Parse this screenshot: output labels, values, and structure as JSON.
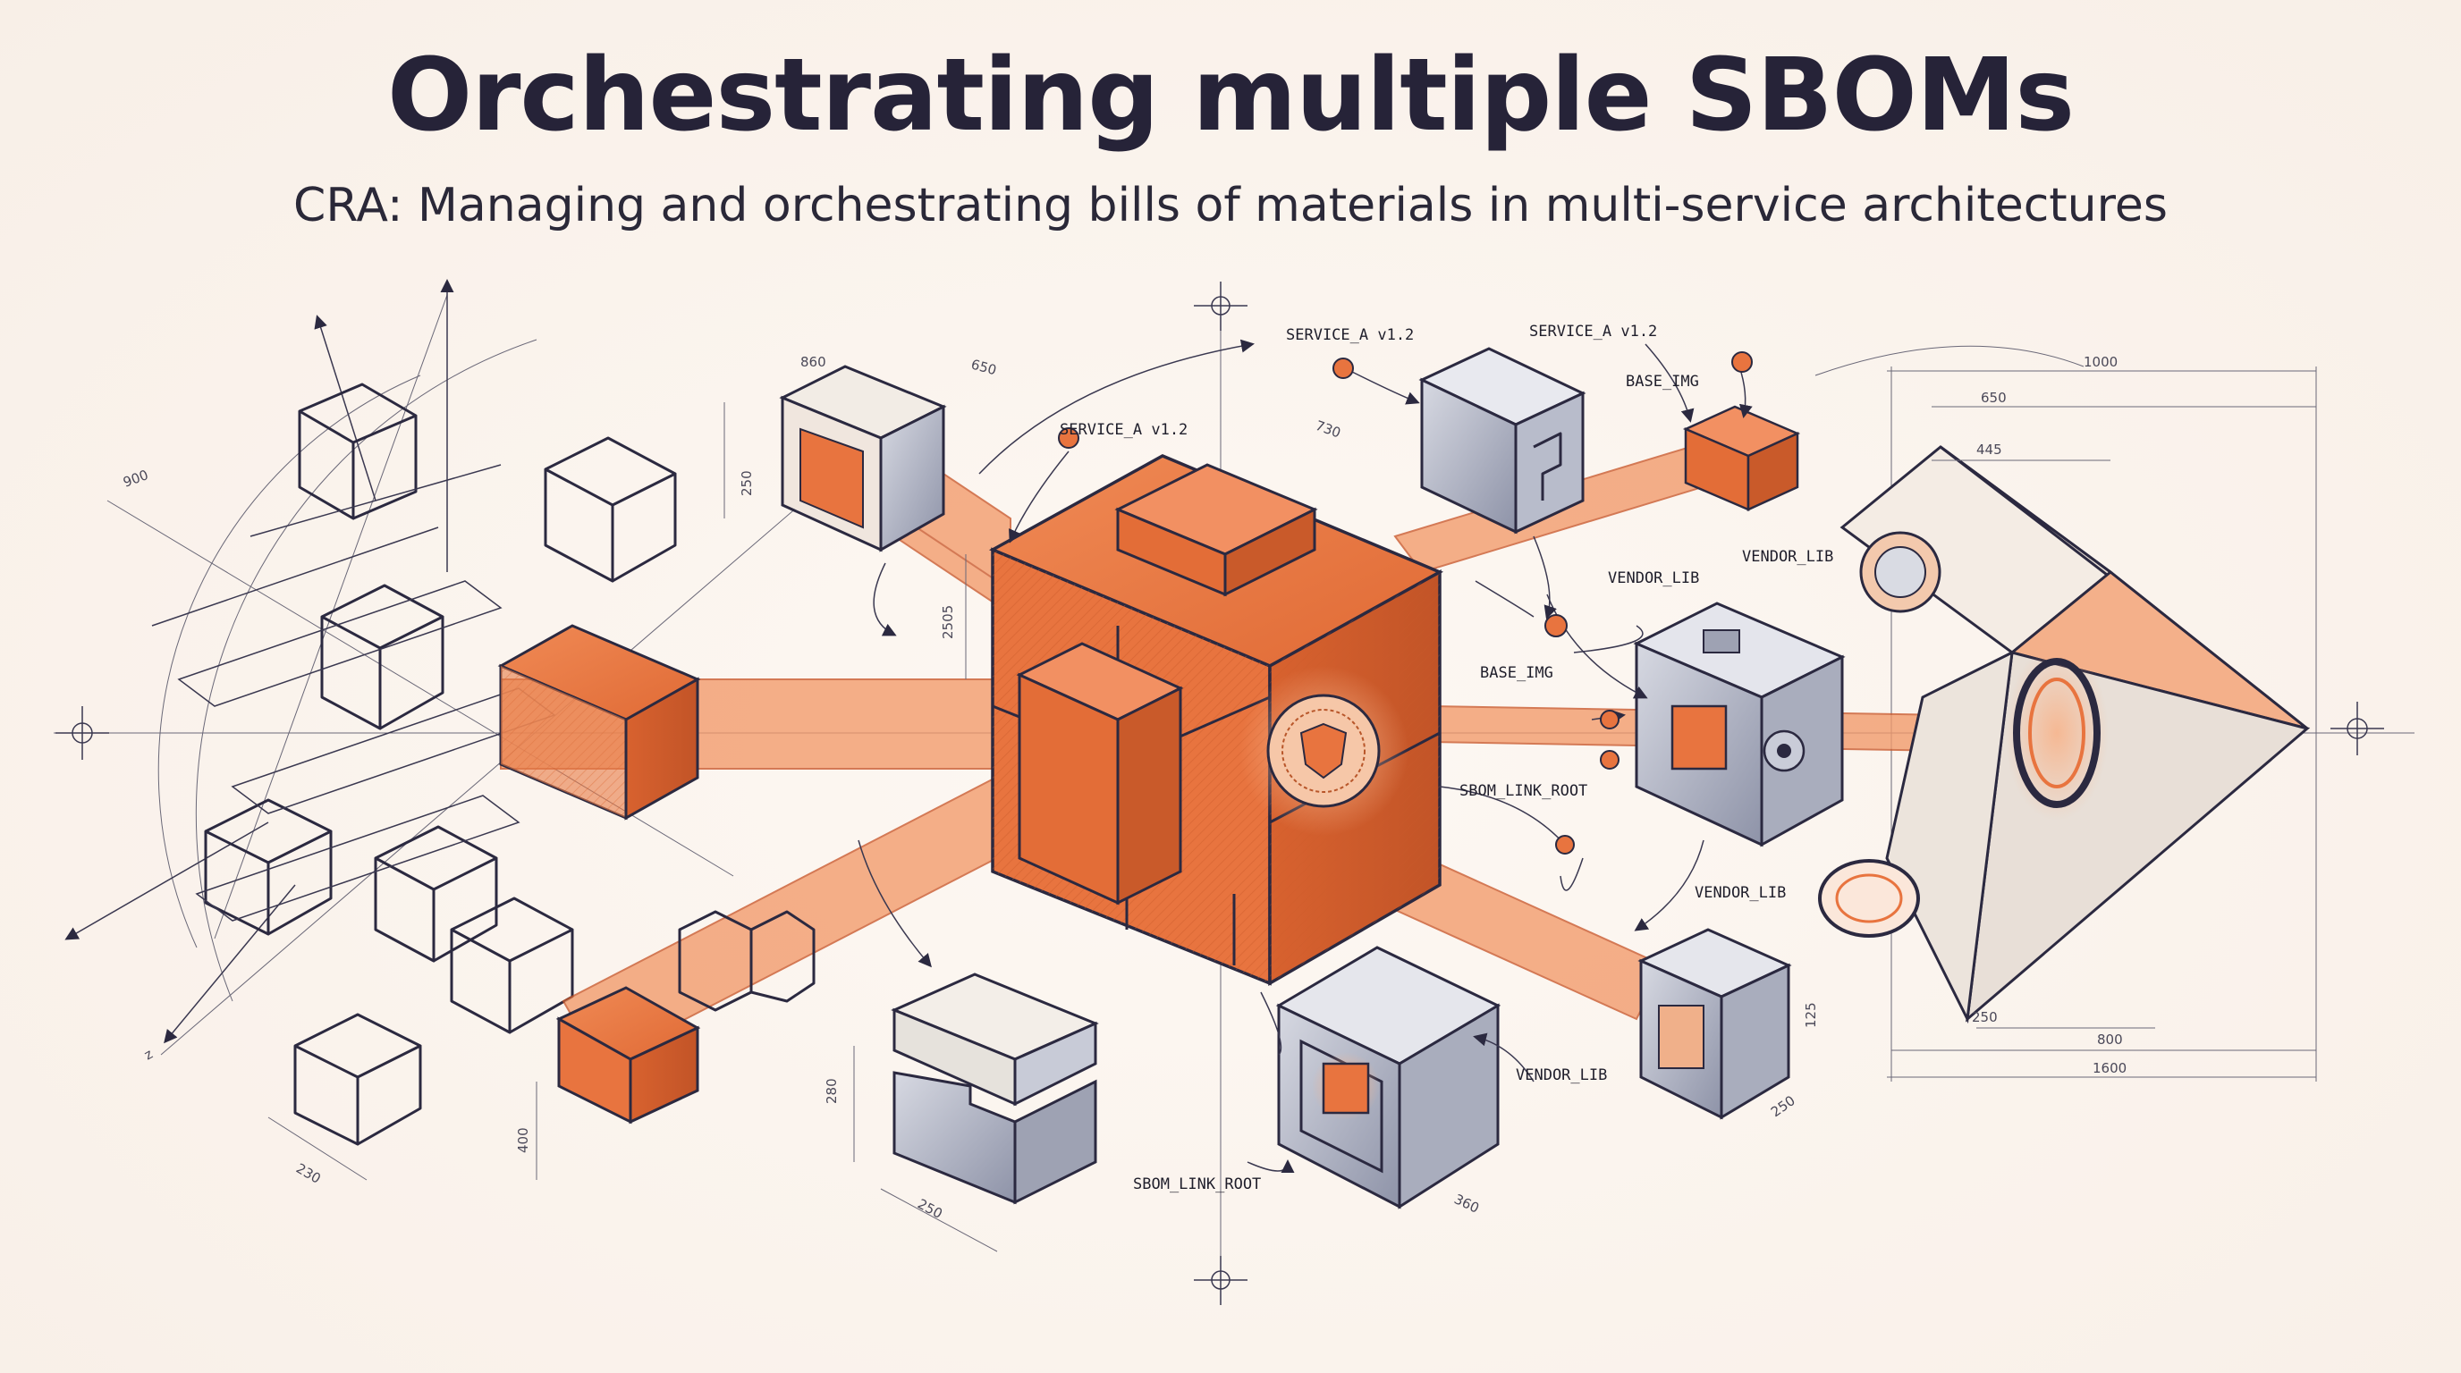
{
  "title": "Orchestrating multiple SBOMs",
  "subtitle": "CRA: Managing and orchestrating bills of materials in multi-service architectures",
  "colors": {
    "accent": "#e8743f",
    "accent_light": "#f3a57d",
    "ink": "#2b2940",
    "steel": "#8e93a8",
    "background": "#fbf4ee"
  },
  "labels": {
    "service_a_top": "SERVICE_A v1.2",
    "service_a_right": "SERVICE_A v1.2",
    "service_a_left": "SERVICE_A v1.2",
    "base_img_top": "BASE_IMG",
    "base_img_mid": "BASE_IMG",
    "vendor_lib_top": "VENDOR_LIB",
    "vendor_lib_mid": "VENDOR_LIB",
    "vendor_lib_right": "VENDOR_LIB",
    "vendor_lib_bottom": "VENDOR_LIB",
    "sbom_link_root_mid": "SBOM_LINK_ROOT",
    "sbom_link_root_bottom": "SBOM_LINK_ROOT"
  },
  "dimensions": {
    "d_860": "860",
    "d_650_top": "650",
    "d_730": "730",
    "d_250_left": "250",
    "d_2505": "2505",
    "d_900": "900",
    "d_1000": "1000",
    "d_650_right": "650",
    "d_445": "445",
    "d_250_right": "250",
    "d_800": "800",
    "d_1600": "1600",
    "d_125": "125",
    "d_250_cube": "250",
    "d_360": "360",
    "d_280": "280",
    "d_250_bottom": "250",
    "d_400": "400",
    "d_230": "230",
    "axis_z": "z"
  }
}
